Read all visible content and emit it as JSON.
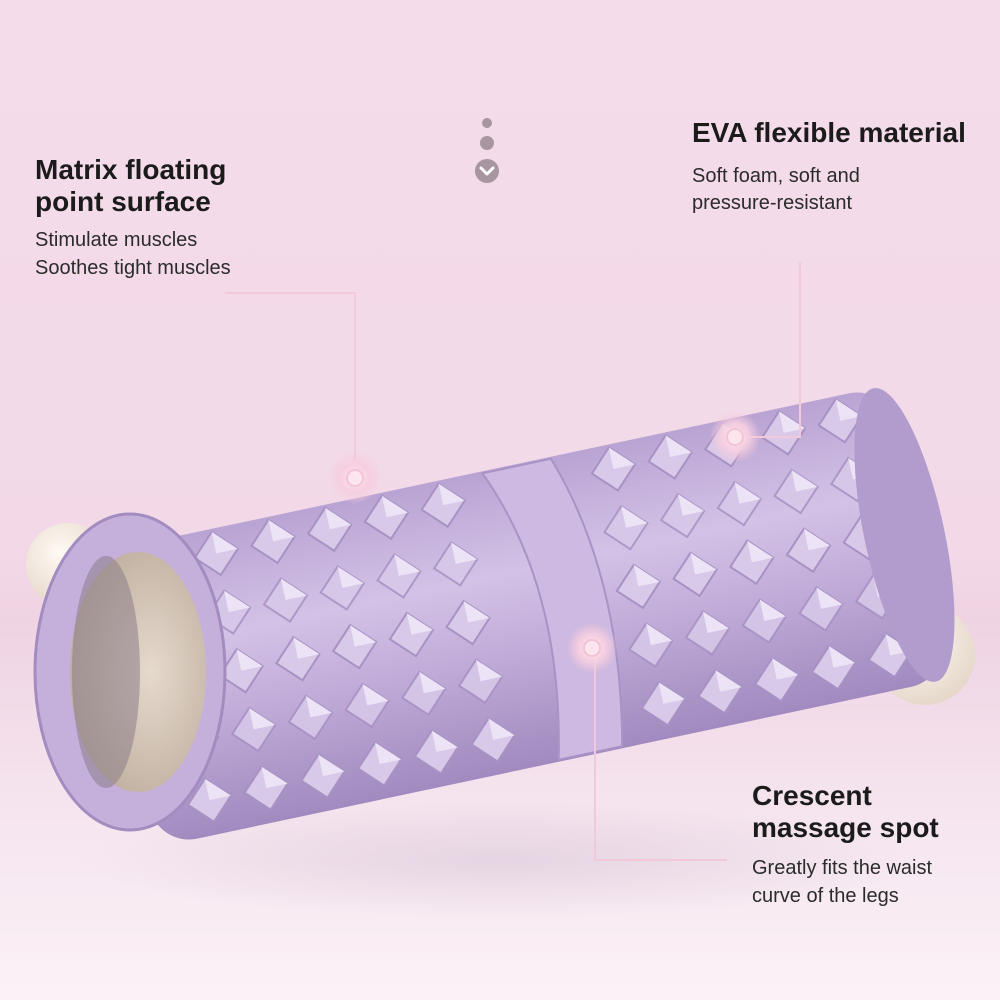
{
  "features": [
    {
      "id": "matrix",
      "title": "Matrix floating point surface",
      "lines": [
        "Stimulate muscles",
        "Soothes tight muscles"
      ]
    },
    {
      "id": "eva",
      "title": "EVA flexible material",
      "lines": [
        "Soft foam, soft and",
        "pressure-resistant"
      ]
    },
    {
      "id": "crescent",
      "title": "Crescent massage spot",
      "lines": [
        "Greatly fits the waist",
        "curve of the legs"
      ]
    }
  ],
  "colors": {
    "roller": "#c8b3dc",
    "roller_shadow": "#9f86bd",
    "roller_highlight": "#e6dbf1",
    "core": "#d9cbbd",
    "callout_line": "#f3c9d9",
    "ball": "#f3ebe2"
  },
  "icons": [
    "scroll-down-icon"
  ]
}
